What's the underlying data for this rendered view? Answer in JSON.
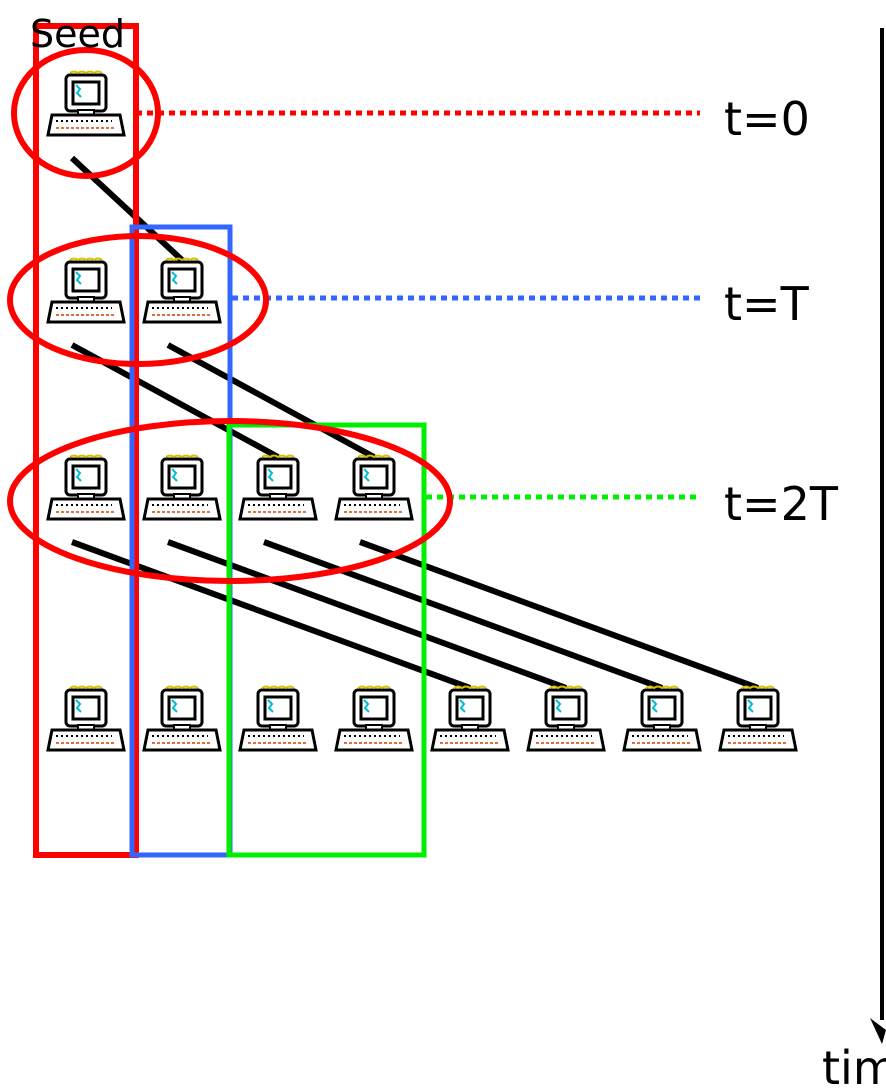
{
  "seed_label": "Seed",
  "time_axis_label": "tim",
  "levels": [
    {
      "label": "t=0",
      "computers": 1,
      "color": "#ff0000"
    },
    {
      "label": "t=T",
      "computers": 2,
      "color": "#3366ff"
    },
    {
      "label": "t=2T",
      "computers": 4,
      "color": "#00ee00"
    },
    {
      "label": "",
      "computers": 8,
      "color": ""
    }
  ],
  "icon": "computer-icon",
  "colors": {
    "red": "#ff0000",
    "blue": "#3366ff",
    "green": "#00ee00",
    "black": "#000000"
  }
}
